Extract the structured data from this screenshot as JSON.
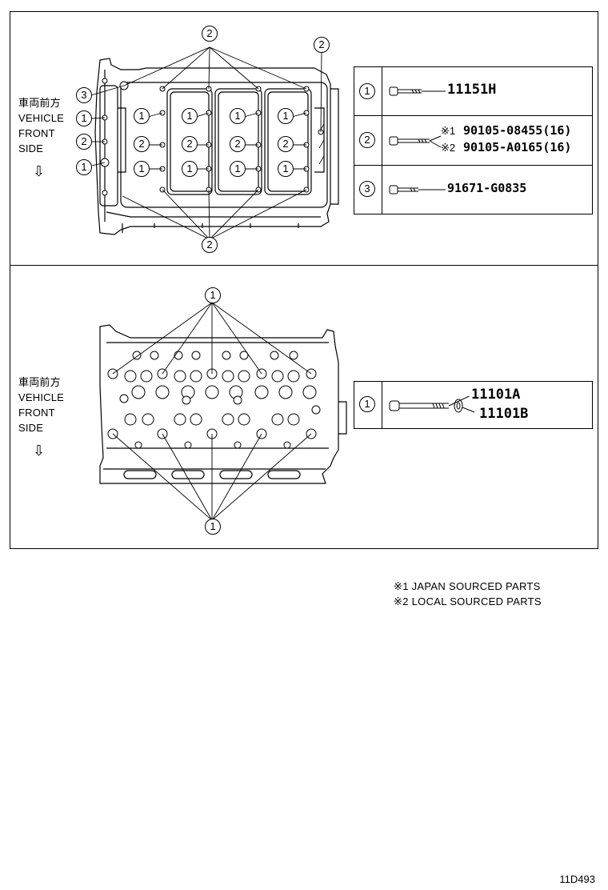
{
  "labels": {
    "direction_jp": "車両前方",
    "direction_line1": "VEHICLE",
    "direction_line2": "FRONT",
    "direction_line3": "SIDE",
    "arrow": "⇩"
  },
  "callouts": {
    "one": "1",
    "two": "2",
    "three": "3"
  },
  "top_parts": [
    {
      "ref": "1",
      "part": "11151H"
    },
    {
      "ref": "2",
      "mark1": "※1",
      "part1": "90105-08455(16)",
      "mark2": "※2",
      "part2": "90105-A0165(16)"
    },
    {
      "ref": "3",
      "part": "91671-G0835"
    }
  ],
  "bottom_parts": [
    {
      "ref": "1",
      "part1": "11101A",
      "part2": "11101B"
    }
  ],
  "notes": [
    "※1 JAPAN SOURCED PARTS",
    "※2 LOCAL SOURCED PARTS"
  ],
  "diagram_code": "11D493"
}
